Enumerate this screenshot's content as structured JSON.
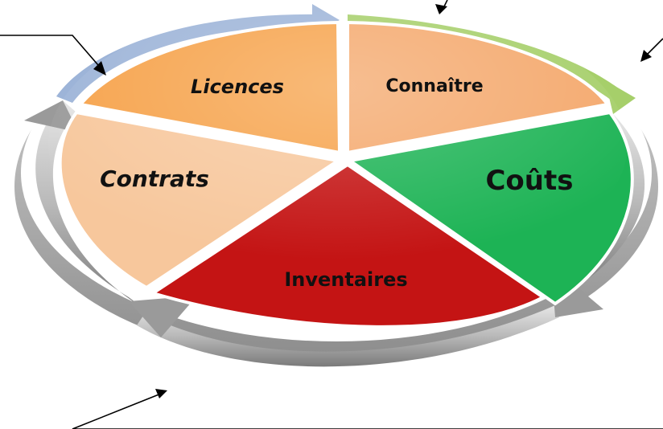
{
  "diagram": {
    "segments": [
      {
        "id": "licences",
        "label": "Licences",
        "color": "#f6a24a",
        "italic": true
      },
      {
        "id": "connaitre",
        "label": "Connaître",
        "color": "#f4a86c",
        "italic": false
      },
      {
        "id": "couts",
        "label": "Coûts",
        "color": "#1db355",
        "italic": false
      },
      {
        "id": "inventaires",
        "label": "Inventaires",
        "color": "#c41414",
        "italic": false
      },
      {
        "id": "contrats",
        "label": "Contrats",
        "color": "#f7c79c",
        "italic": true
      }
    ],
    "colors": {
      "ring": "#b4b4b4",
      "arrow_blue": "#9db4d8",
      "arrow_green": "#a6cf6a",
      "pointer_lines": "#000000"
    }
  }
}
